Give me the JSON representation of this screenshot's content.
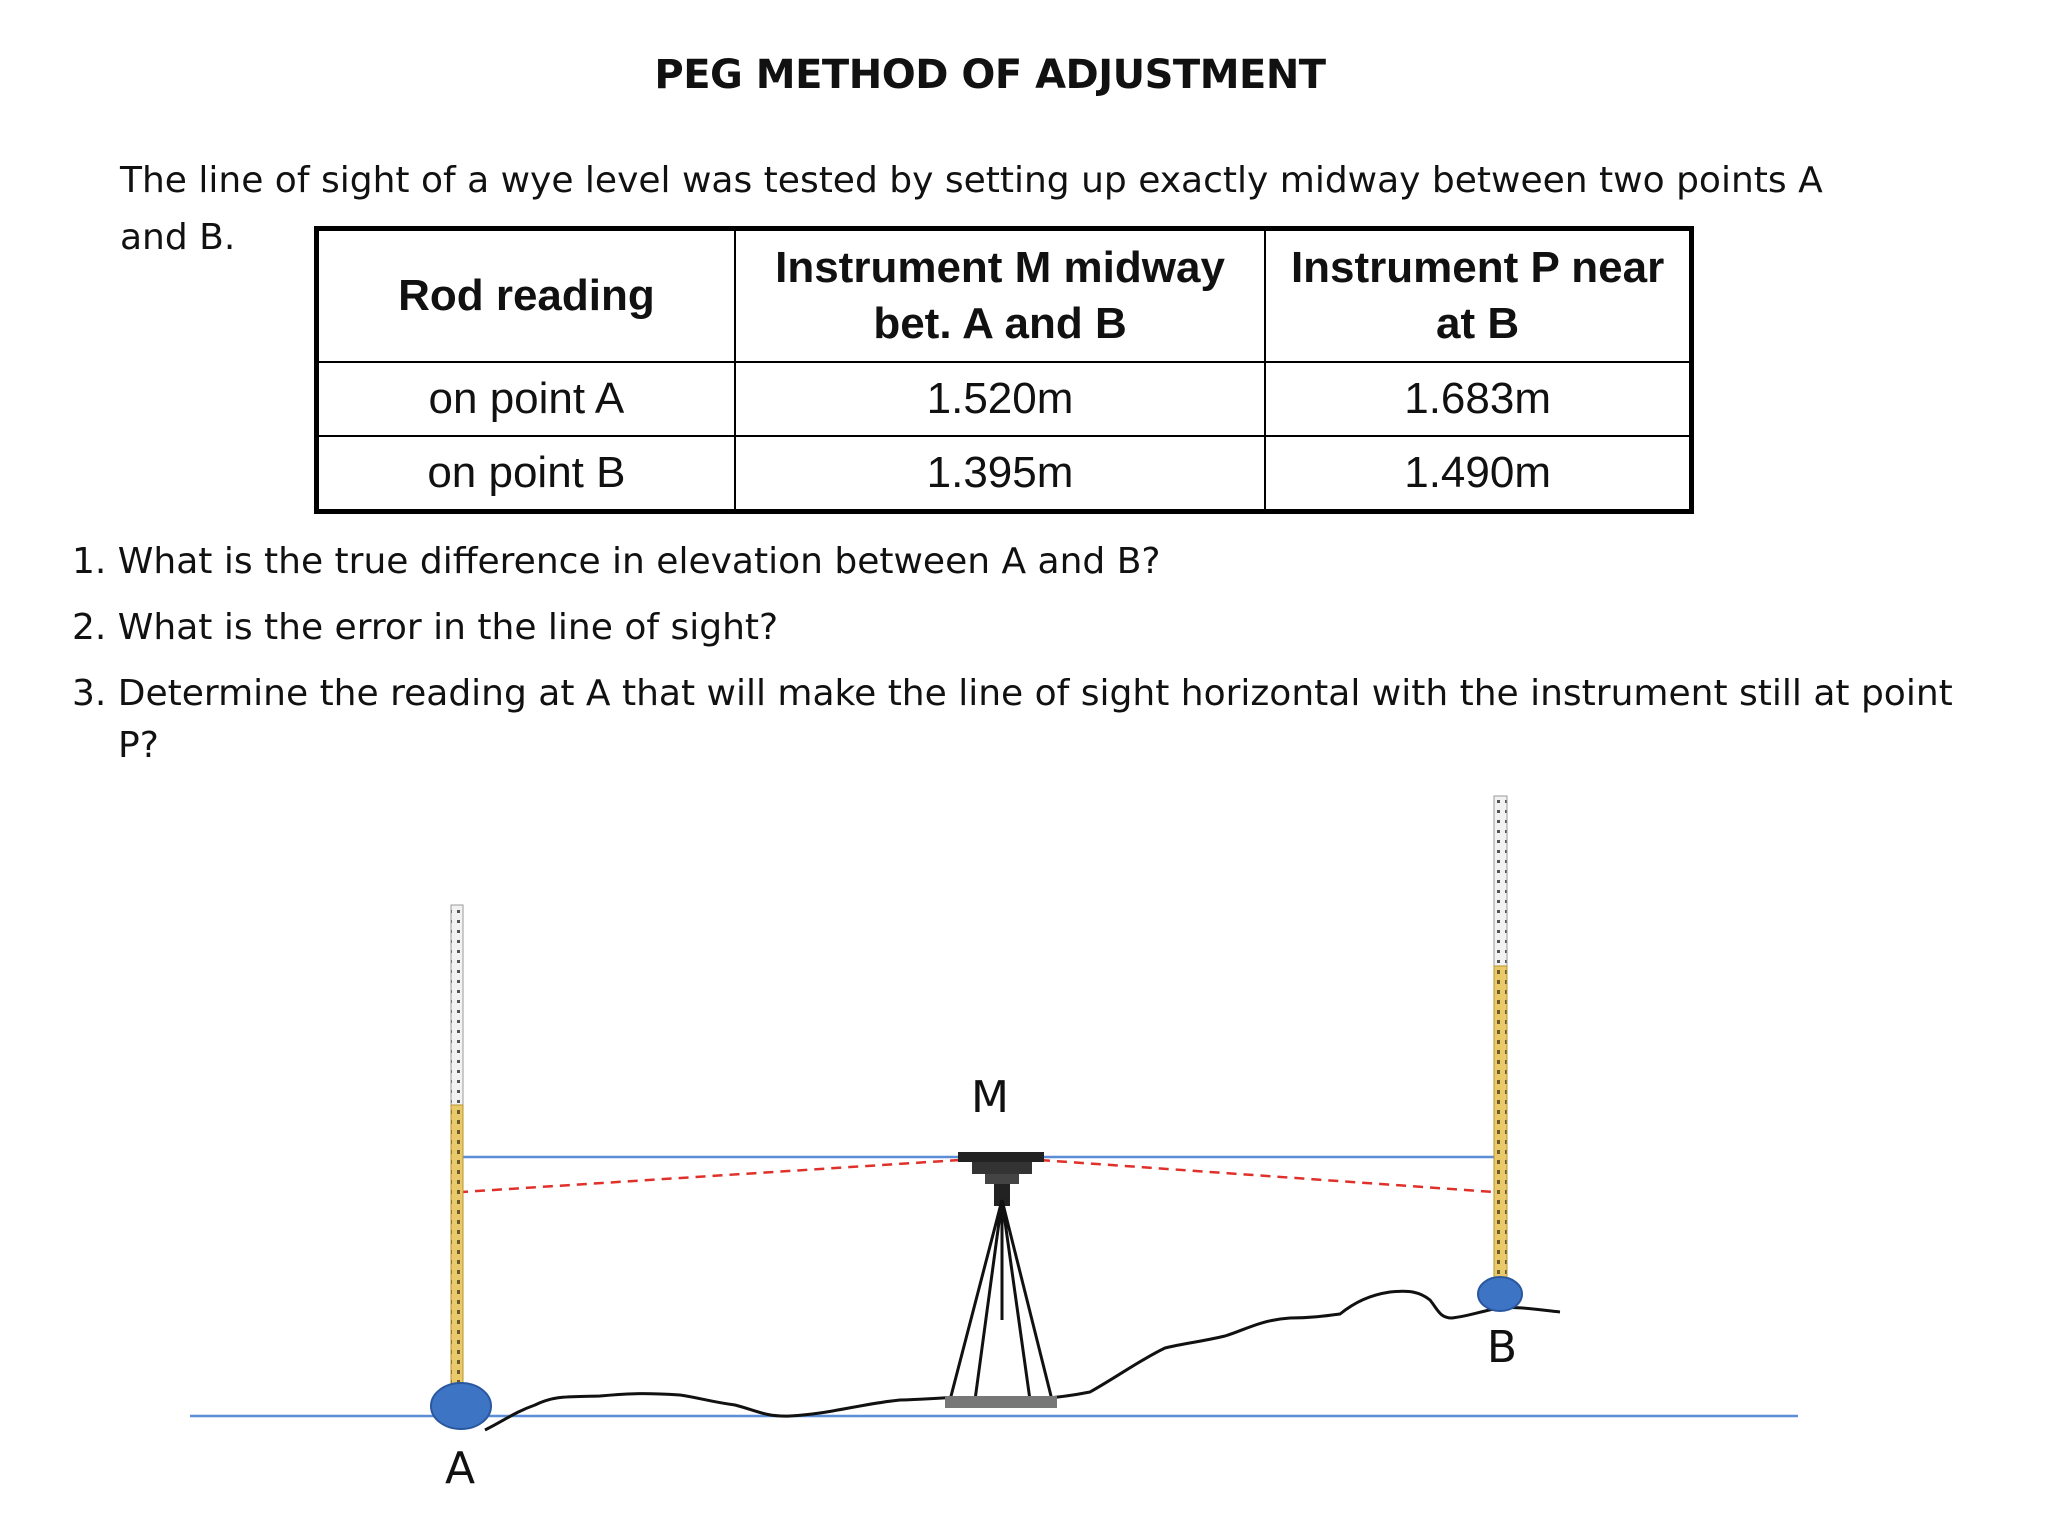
{
  "title": "PEG METHOD OF ADJUSTMENT",
  "intro": "The line of sight of a wye level was tested by setting up exactly midway between two points A and B.",
  "table": {
    "headers": [
      "Rod reading",
      "Instrument M midway bet. A and B",
      "Instrument P near at B"
    ],
    "rows": [
      [
        "on point A",
        "1.520m",
        "1.683m"
      ],
      [
        "on point B",
        "1.395m",
        "1.490m"
      ]
    ]
  },
  "questions": [
    "1. What is the true difference in elevation between A and B?",
    "2. What is the error in the line of sight?",
    "3. Determine the reading at A that will make the line of sight horizontal with the instrument still at point P?"
  ],
  "diagram": {
    "labels": {
      "point_a": "A",
      "point_b": "B",
      "instrument": "M"
    },
    "colors": {
      "horizontal_line": "#5b8ed6",
      "sight_line": "#e0302a",
      "point_marker": "#3e74c4",
      "rod_fill": "#e9c96a"
    }
  }
}
